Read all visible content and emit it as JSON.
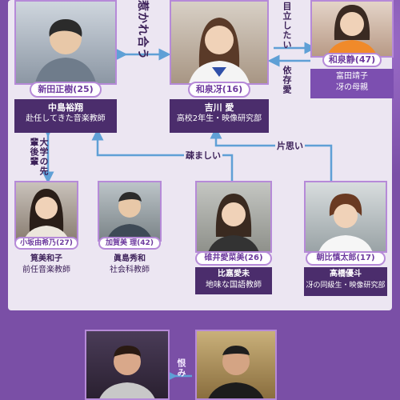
{
  "relations": {
    "top_center": "惹かれ合う",
    "mother_rel": "目立したい",
    "dependency": "依存愛",
    "senpai": "大学の先輩後輩",
    "unpleasant": "疎ましい",
    "crush": "片思い",
    "grudge": "恨み"
  },
  "characters": [
    {
      "id": "nitta",
      "role": "新田正樹(25)",
      "actor": "中島裕翔",
      "desc": "赴任してきた音楽教師"
    },
    {
      "id": "izumi_sae",
      "role": "和泉冴(16)",
      "actor": "吉川 愛",
      "desc": "高校2年生・映像研究部"
    },
    {
      "id": "izumi_shizu",
      "role": "和泉静(47)",
      "actor": "富田靖子",
      "desc": "冴の母親"
    },
    {
      "id": "ogasawara",
      "role": "小坂由希乃(27)",
      "actor": "筧美和子",
      "desc": "前任音楽教師"
    },
    {
      "id": "kagami",
      "role": "加賀美 理(42)",
      "actor": "眞島秀和",
      "desc": "社会科教師"
    },
    {
      "id": "usui",
      "role": "碓井愛菜美(26)",
      "actor": "比嘉愛未",
      "desc": "地味な国語教師"
    },
    {
      "id": "asahi",
      "role": "朝比慎太郎(17)",
      "actor": "髙橋優斗",
      "desc": "冴の同級生・映像研究部"
    }
  ],
  "colors": {
    "accent": "#b68ad8",
    "caption_bg": "#4b2d6c",
    "line": "#5fa0d6",
    "panel_bg": "#ece6f2"
  }
}
